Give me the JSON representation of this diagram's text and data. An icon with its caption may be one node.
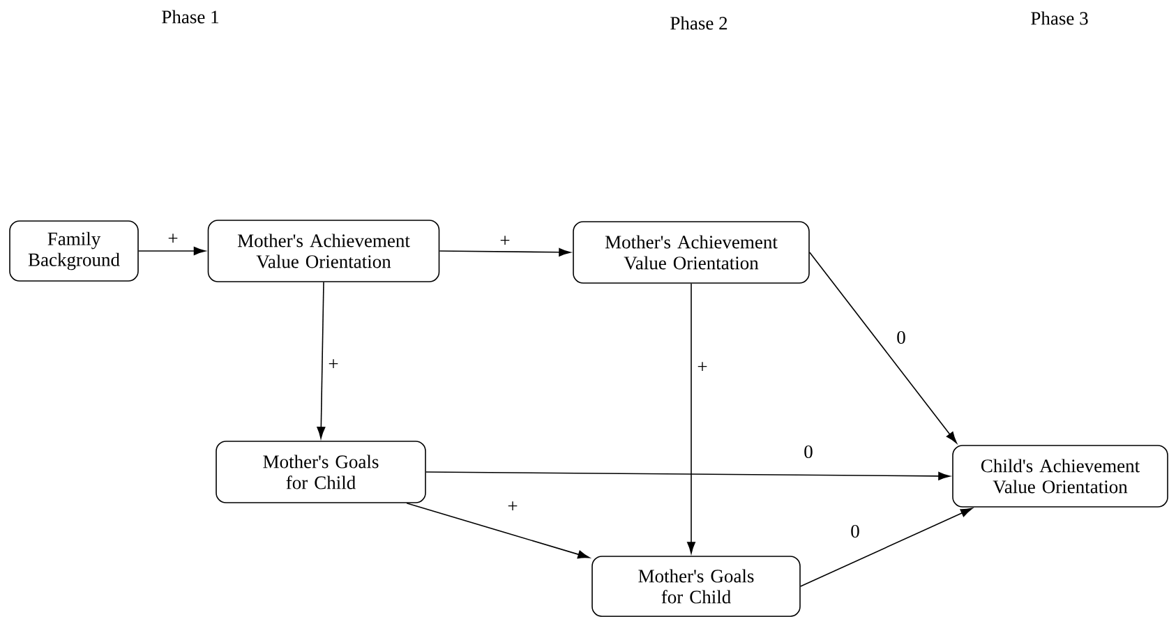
{
  "diagram": {
    "nodes": [
      {
        "text": [
          "Family Background"
        ]
      },
      {
        "text": [
          "Mother's Achievement Value Orientation"
        ]
      },
      {
        "text": [
          "Mother's Achievement Value Orientation"
        ]
      },
      {
        "text": [
          "Mother's Goals for Child"
        ]
      },
      {
        "text": [
          "Child's Achievement Value Orientation"
        ]
      },
      {
        "text": [
          "Mother's Goals for Child"
        ]
      }
    ],
    "edges": [
      {
        "from": 0,
        "to": 1,
        "arrow": "to",
        "label": "+"
      },
      {
        "from": 1,
        "to": 2,
        "arrow": "to",
        "label": "+"
      },
      {
        "from": 1,
        "to": 3,
        "arrow": "to",
        "label": "+"
      },
      {
        "from": 2,
        "to": 5,
        "arrow": "to",
        "label": "+"
      },
      {
        "from": 2,
        "to": 4,
        "arrow": "to",
        "label": "0"
      },
      {
        "from": 3,
        "to": 4,
        "arrow": "to",
        "label": "0"
      },
      {
        "from": 3,
        "to": 5,
        "arrow": "to",
        "label": "+"
      },
      {
        "from": 5,
        "to": 4,
        "arrow": "to",
        "label": "0"
      }
    ],
    "labels": [
      "Phase 1",
      "Phase 2",
      "Phase 3"
    ]
  }
}
